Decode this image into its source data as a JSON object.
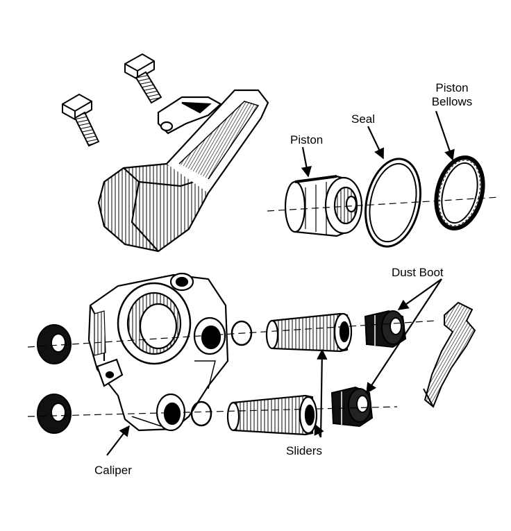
{
  "labels": {
    "piston": "Piston",
    "seal": "Seal",
    "piston_bellows_line1": "Piston",
    "piston_bellows_line2": "Bellows",
    "dust_boot": "Dust Boot",
    "sliders": "Sliders",
    "caliper": "Caliper"
  },
  "colors": {
    "ink": "#000000",
    "paper": "#ffffff",
    "shade": "#b9b9b9",
    "dark": "#1a1a1a"
  }
}
